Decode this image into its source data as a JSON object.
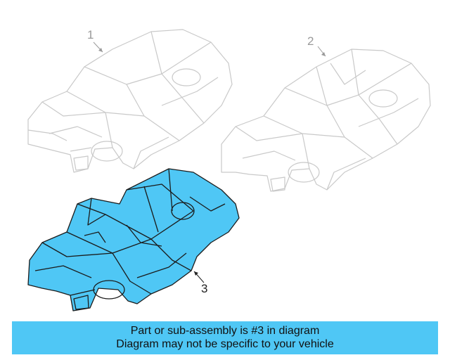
{
  "colors": {
    "highlight_fill": "#4fc7f5",
    "highlight_stroke": "#1b1b1b",
    "ghost_stroke": "#c9c9c9",
    "banner_background": "#4fc7f5"
  },
  "diagram": {
    "callouts": [
      {
        "number": "1",
        "description_visible": false
      },
      {
        "number": "2",
        "description_visible": false
      },
      {
        "number": "3",
        "description_visible": false
      }
    ]
  },
  "banner": {
    "line1": "Part or sub-assembly is #3 in diagram",
    "line2": "Diagram may not be specific to your vehicle"
  }
}
